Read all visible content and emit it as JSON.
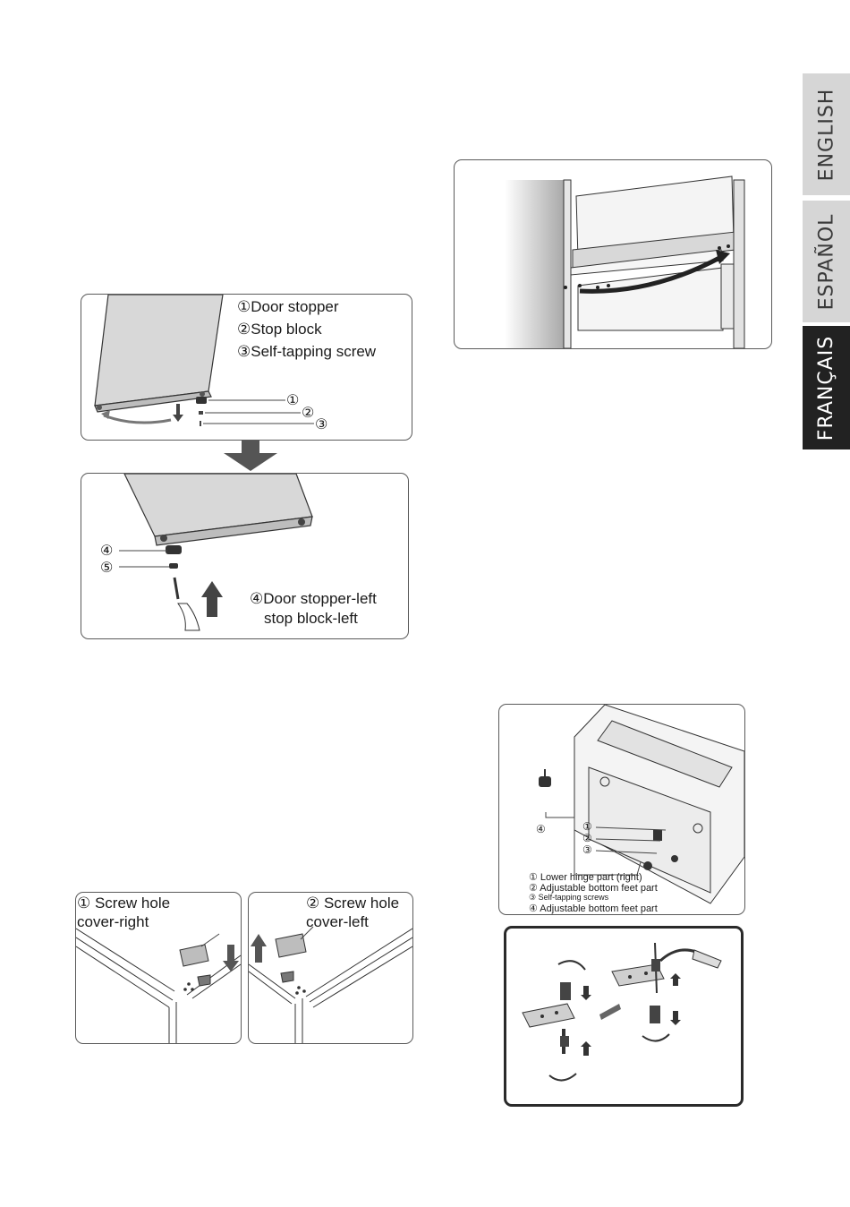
{
  "language_tabs": [
    {
      "label": "ENGLISH",
      "bg": "#d6d6d6",
      "fg": "#3a3a3a"
    },
    {
      "label": "ESPAÑOL",
      "bg": "#d6d6d6",
      "fg": "#3a3a3a"
    },
    {
      "label": "FRANÇAIS",
      "bg": "#222222",
      "fg": "#ffffff"
    }
  ],
  "door_stopper_figure": {
    "items": [
      "①Door stopper",
      "②Stop block",
      "③Self-tapping screw"
    ],
    "callouts": [
      "①",
      "②",
      "③"
    ]
  },
  "door_stopper_left_figure": {
    "callouts": [
      "④",
      "⑤"
    ],
    "caption_line1": "④Door stopper-left",
    "caption_line2": "stop block-left"
  },
  "screw_hole_right": {
    "line1": "① Screw hole",
    "line2": "cover-right"
  },
  "screw_hole_left": {
    "line1": "② Screw hole",
    "line2": "cover-left"
  },
  "feet_figure": {
    "callouts": [
      "①",
      "②",
      "③",
      "④"
    ],
    "legend": [
      "① Lower hinge part (right)",
      "② Adjustable bottom feet part",
      "③ Self-tapping screws",
      "④ Adjustable bottom feet part"
    ]
  }
}
